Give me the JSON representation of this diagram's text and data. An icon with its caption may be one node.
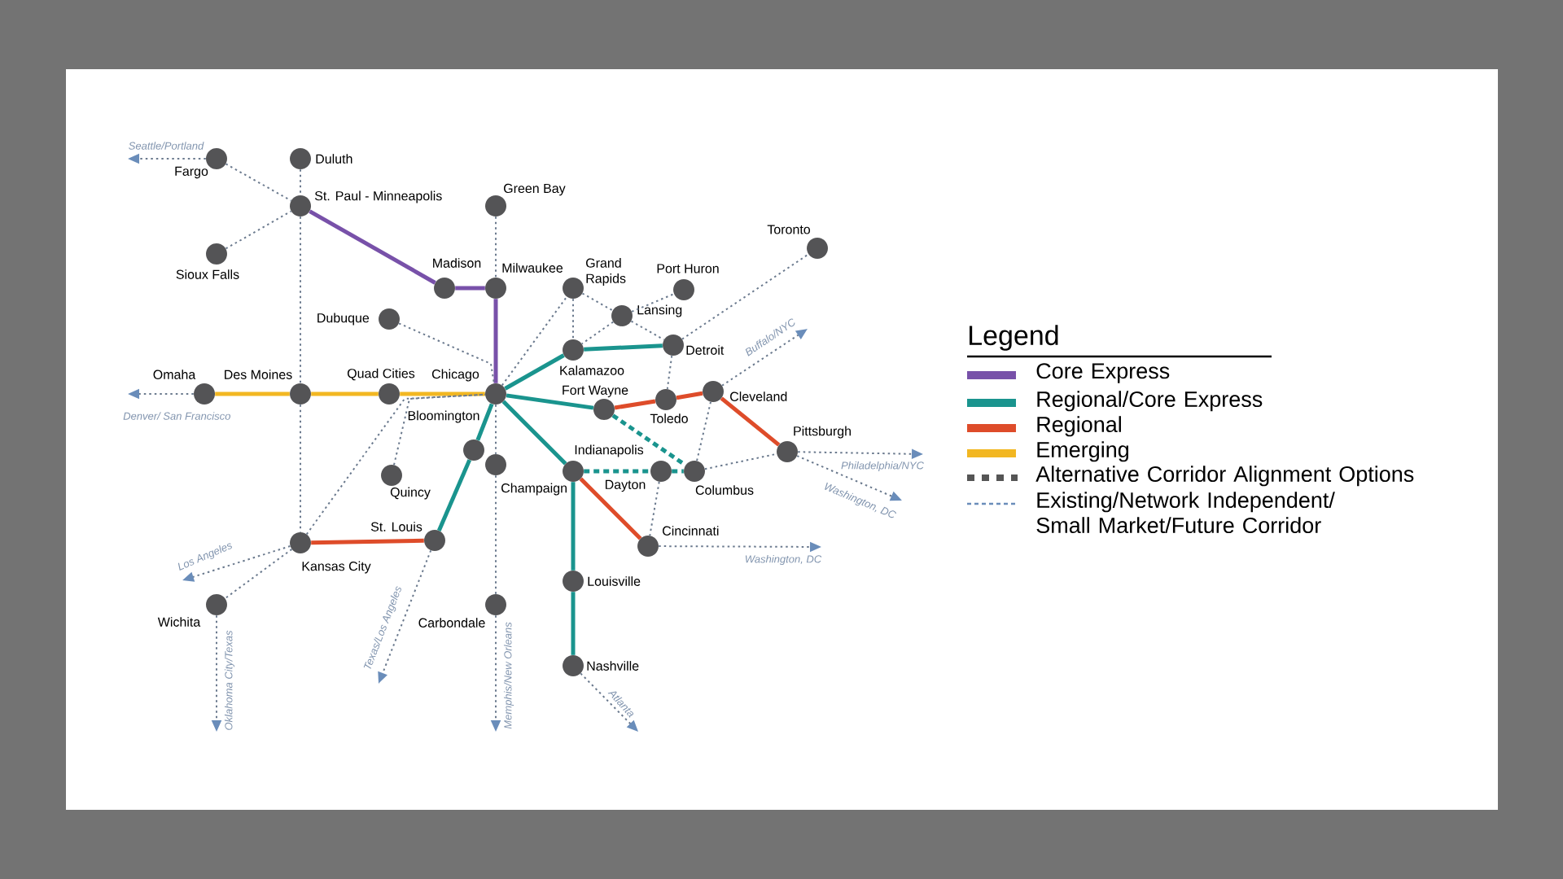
{
  "diagram": {
    "nodes": [
      {
        "text": [
          "Fargo"
        ]
      },
      {
        "text": [
          "Duluth"
        ]
      },
      {
        "text": [
          "St. Paul - Minneapolis"
        ]
      },
      {
        "text": [
          "Green Bay"
        ]
      },
      {
        "text": [
          "Toronto"
        ]
      },
      {
        "text": [
          "Sioux Falls"
        ]
      },
      {
        "text": [
          "Madison"
        ]
      },
      {
        "text": [
          "Milwaukee"
        ]
      },
      {
        "text": [
          "Grand Rapids"
        ]
      },
      {
        "text": [
          "Port Huron"
        ]
      },
      {
        "text": [
          "Lansing"
        ]
      },
      {
        "text": [
          "Dubuque"
        ]
      },
      {
        "text": [
          "Detroit"
        ]
      },
      {
        "text": [
          "Kalamazoo"
        ]
      },
      {
        "text": [
          "Omaha"
        ]
      },
      {
        "text": [
          "Des Moines"
        ]
      },
      {
        "text": [
          "Quad Cities"
        ]
      },
      {
        "text": [
          "Chicago"
        ]
      },
      {
        "text": [
          "Cleveland"
        ]
      },
      {
        "text": [
          "Toledo"
        ]
      },
      {
        "text": [
          "Fort Wayne"
        ]
      },
      {
        "text": [
          "Bloomington"
        ]
      },
      {
        "text": [
          "Pittsburgh"
        ]
      },
      {
        "text": [
          "Champaign"
        ]
      },
      {
        "text": [
          "Indianapolis"
        ]
      },
      {
        "text": [
          "Dayton"
        ]
      },
      {
        "text": [
          "Columbus"
        ]
      },
      {
        "text": [
          "Quincy"
        ]
      },
      {
        "text": [
          "St. Louis"
        ]
      },
      {
        "text": [
          "Kansas City"
        ]
      },
      {
        "text": [
          "Cincinnati"
        ]
      },
      {
        "text": [
          "Louisville"
        ]
      },
      {
        "text": [
          "Wichita"
        ]
      },
      {
        "text": [
          "Carbondale"
        ]
      },
      {
        "text": [
          "Nashville"
        ]
      }
    ],
    "edges": [
      {
        "from": 2,
        "to": 6,
        "arrow": "none",
        "style": "thick",
        "color": "#7851a9"
      },
      {
        "from": 6,
        "to": 7,
        "arrow": "none",
        "style": "thick",
        "color": "#7851a9"
      },
      {
        "from": 7,
        "to": 17,
        "arrow": "none",
        "style": "thick",
        "color": "#7851a9"
      },
      {
        "from": 14,
        "to": 15,
        "arrow": "none",
        "style": "thick",
        "color": "#f2b722"
      },
      {
        "from": 15,
        "to": 16,
        "arrow": "none",
        "style": "thick",
        "color": "#f2b722"
      },
      {
        "from": 16,
        "to": 17,
        "arrow": "none",
        "style": "thick",
        "color": "#f2b722"
      },
      {
        "from": 17,
        "to": 13,
        "arrow": "none",
        "style": "thick",
        "color": "#1a948e"
      },
      {
        "from": 13,
        "to": 12,
        "arrow": "none",
        "style": "thick",
        "color": "#1a948e"
      },
      {
        "from": 17,
        "to": 20,
        "arrow": "none",
        "style": "thick",
        "color": "#1a948e"
      },
      {
        "from": 17,
        "to": 24,
        "arrow": "none",
        "style": "thick",
        "color": "#1a948e"
      },
      {
        "from": 17,
        "to": 21,
        "arrow": "none",
        "style": "thick",
        "color": "#1a948e"
      },
      {
        "from": 21,
        "to": 28,
        "arrow": "none",
        "style": "thick",
        "color": "#1a948e"
      },
      {
        "from": 24,
        "to": 31,
        "arrow": "none",
        "style": "thick",
        "color": "#1a948e"
      },
      {
        "from": 31,
        "to": 34,
        "arrow": "none",
        "style": "thick",
        "color": "#1a948e"
      },
      {
        "from": 20,
        "to": 19,
        "arrow": "none",
        "style": "thick",
        "color": "#de4c2a"
      },
      {
        "from": 19,
        "to": 18,
        "arrow": "none",
        "style": "thick",
        "color": "#de4c2a"
      },
      {
        "from": 18,
        "to": 22,
        "arrow": "none",
        "style": "thick",
        "color": "#de4c2a"
      },
      {
        "from": 29,
        "to": 28,
        "arrow": "none",
        "style": "thick",
        "color": "#de4c2a"
      },
      {
        "from": 24,
        "to": 30,
        "arrow": "none",
        "style": "thick",
        "color": "#de4c2a"
      },
      {
        "from": 20,
        "to": 26,
        "arrow": "none",
        "style": "dashed",
        "color": "#1a948e"
      },
      {
        "from": 24,
        "to": 25,
        "arrow": "none",
        "style": "dashed",
        "color": "#1a948e"
      },
      {
        "from": 25,
        "to": 26,
        "arrow": "none",
        "style": "dashed",
        "color": "#1a948e"
      },
      {
        "from": 0,
        "to": 2,
        "arrow": "none",
        "style": "dashed"
      },
      {
        "from": 1,
        "to": 2,
        "arrow": "none",
        "style": "dashed"
      },
      {
        "from": 5,
        "to": 2,
        "arrow": "none",
        "style": "dashed"
      },
      {
        "from": 2,
        "to": 15,
        "arrow": "none",
        "style": "dashed"
      },
      {
        "from": 15,
        "to": 29,
        "arrow": "none",
        "style": "dashed"
      },
      {
        "from": 3,
        "to": 7,
        "arrow": "none",
        "style": "dashed"
      },
      {
        "from": 11,
        "to": 17,
        "arrow": "none",
        "style": "dashed"
      },
      {
        "from": 17,
        "to": 8,
        "arrow": "none",
        "style": "dashed"
      },
      {
        "from": 8,
        "to": 13,
        "arrow": "none",
        "style": "dashed"
      },
      {
        "from": 8,
        "to": 10,
        "arrow": "none",
        "style": "dashed"
      },
      {
        "from": 10,
        "to": 9,
        "arrow": "none",
        "style": "dashed"
      },
      {
        "from": 10,
        "to": 13,
        "arrow": "none",
        "style": "dashed"
      },
      {
        "from": 10,
        "to": 12,
        "arrow": "none",
        "style": "dashed"
      },
      {
        "from": 12,
        "to": 4,
        "arrow": "none",
        "style": "dashed"
      },
      {
        "from": 12,
        "to": 19,
        "arrow": "none",
        "style": "dashed"
      },
      {
        "from": 18,
        "to": 26,
        "arrow": "none",
        "style": "dashed"
      },
      {
        "from": 26,
        "to": 22,
        "arrow": "none",
        "style": "dashed"
      },
      {
        "from": 25,
        "to": 30,
        "arrow": "none",
        "style": "dashed"
      },
      {
        "from": 17,
        "to": 23,
        "arrow": "none",
        "style": "dashed"
      },
      {
        "from": 23,
        "to": 33,
        "arrow": "none",
        "style": "dashed"
      },
      {
        "from": 29,
        "to": 32,
        "arrow": "none",
        "style": "dashed"
      },
      {
        "from": 29,
        "to": 17,
        "arrow": "none",
        "style": "dashed"
      },
      {
        "from": 27,
        "to": 17,
        "arrow": "none",
        "style": "dashed"
      },
      {
        "from": 0,
        "to": null,
        "arrow": "to",
        "style": "dashed",
        "label": "Seattle/Portland"
      },
      {
        "from": 14,
        "to": null,
        "arrow": "to",
        "style": "dashed",
        "label": "Denver/ San Francisco"
      },
      {
        "from": 18,
        "to": null,
        "arrow": "to",
        "style": "dashed",
        "label": "Buffalo/NYC"
      },
      {
        "from": 22,
        "to": null,
        "arrow": "to",
        "style": "dashed",
        "label": "Philadelphia/NYC"
      },
      {
        "from": 22,
        "to": null,
        "arrow": "to",
        "style": "dashed",
        "label": "Washington, DC"
      },
      {
        "from": 30,
        "to": null,
        "arrow": "to",
        "style": "dashed",
        "label": "Washington, DC"
      },
      {
        "from": 34,
        "to": null,
        "arrow": "to",
        "style": "dashed",
        "label": "Atlanta"
      },
      {
        "from": 33,
        "to": null,
        "arrow": "to",
        "style": "dashed",
        "label": "Memphis/New Orleans"
      },
      {
        "from": 32,
        "to": null,
        "arrow": "to",
        "style": "dashed",
        "label": "Oklahoma City/Texas"
      },
      {
        "from": 29,
        "to": null,
        "arrow": "to",
        "style": "dashed",
        "label": "Los Angeles"
      },
      {
        "from": 28,
        "to": null,
        "arrow": "to",
        "style": "dashed",
        "label": "Texas/Los Angeles"
      }
    ],
    "labels": [
      "Legend"
    ],
    "legend": [
      {
        "text": "Core Express",
        "color": "#7851a9"
      },
      {
        "text": "Regional/Core Express",
        "color": "#1a948e"
      },
      {
        "text": "Regional",
        "color": "#de4c2a"
      },
      {
        "text": "Emerging",
        "color": "#f2b722"
      },
      {
        "text": "Alternative Corridor Alignment Options"
      },
      {
        "text": "Existing/Network Independent/ Small Market/Future Corridor"
      }
    ]
  }
}
